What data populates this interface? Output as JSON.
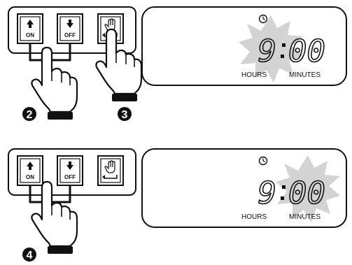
{
  "panels": [
    {
      "buttons": {
        "on_label": "ON",
        "off_label": "OFF"
      },
      "display": {
        "hours_digit": "9",
        "minutes_digits": "00",
        "hours_label": "HOURS",
        "minutes_label": "MINUTES",
        "highlight": "hours"
      },
      "steps": [
        "2",
        "3"
      ]
    },
    {
      "buttons": {
        "on_label": "ON",
        "off_label": "OFF"
      },
      "display": {
        "hours_digit": "9",
        "minutes_digits": "00",
        "hours_label": "HOURS",
        "minutes_label": "MINUTES",
        "highlight": "minutes"
      },
      "steps": [
        "4"
      ]
    }
  ],
  "colors": {
    "ink": "#111111",
    "burst": "#d0d0d0",
    "paper": "#ffffff"
  },
  "icons": [
    "clock-icon",
    "up-arrow-icon",
    "down-arrow-icon",
    "hand-enter-icon",
    "pointing-hand-icon"
  ]
}
